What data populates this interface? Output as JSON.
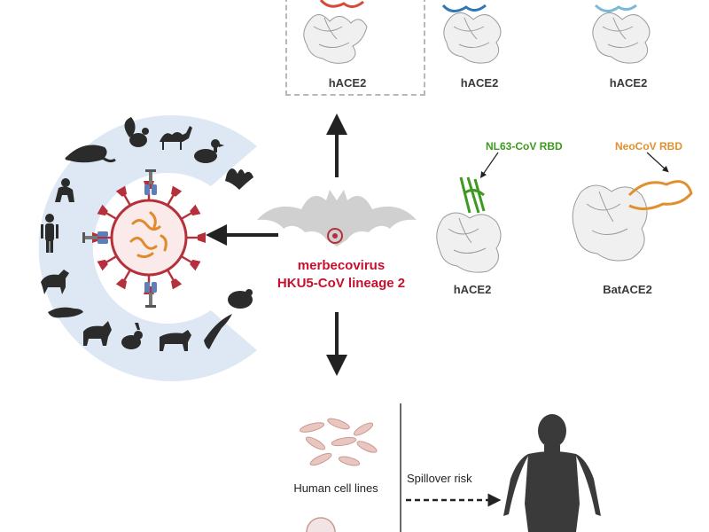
{
  "labels": {
    "hace2_top_1": "hACE2",
    "hace2_top_2": "hACE2",
    "hace2_top_3": "hACE2",
    "virus_name_line1": "merbecovirus",
    "virus_name_line2": "HKU5-CoV lineage 2",
    "nl63_rbd": "NL63-CoV RBD",
    "neocov_rbd": "NeoCoV RBD",
    "hace2_mid": "hACE2",
    "batace2": "BatACE2",
    "human_cell_lines": "Human cell lines",
    "spillover_risk": "Spillover risk"
  },
  "colors": {
    "host_ring": "#dde8f4",
    "animal_silhouette": "#2b2b2b",
    "bat_silhouette": "#d0d0d0",
    "virus_spike": "#b5303a",
    "rna": "#e08a2c",
    "receptor": "#5b7fb8",
    "accent_red": "#c8102e",
    "nl63_green": "#3c9a1e",
    "neocov_orange": "#e0902f",
    "human": "#3a3a3a"
  },
  "icons": [
    "pangolin-icon",
    "squirrel-icon",
    "camel-icon",
    "duck-icon",
    "bat-icon",
    "monkey-icon",
    "human-icon",
    "dog-icon",
    "ferret-icon",
    "goat-icon",
    "rabbit-icon",
    "cow-icon",
    "dolphin-icon",
    "hamster-icon",
    "coronavirus-icon",
    "receptor-icon",
    "protein-structure-icon",
    "cell-icon",
    "human-figure-icon"
  ]
}
